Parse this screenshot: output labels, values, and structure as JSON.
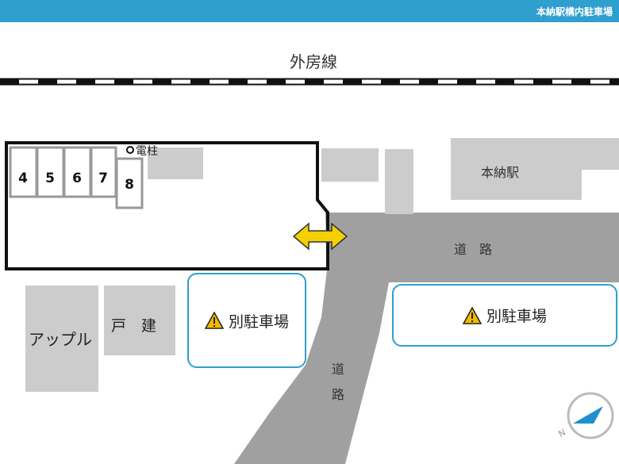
{
  "header": {
    "title": "本納駅構内駐車場"
  },
  "railway": {
    "label": "外房線"
  },
  "parking_spaces": [
    "4",
    "5",
    "6",
    "7",
    "8"
  ],
  "utility_pole": {
    "label": "電柱"
  },
  "station": {
    "label": "本納駅"
  },
  "buildings": {
    "apple": "アップル",
    "house": "戸　建"
  },
  "roads": {
    "horizontal": "道　路",
    "vertical_1": "道",
    "vertical_2": "路"
  },
  "separate_parking": [
    {
      "label": "別駐車場"
    },
    {
      "label": "別駐車場"
    }
  ],
  "colors": {
    "header": "#2f9fd0",
    "road": "#a0a0a0",
    "building": "#cccccc",
    "arrow": "#f5d000",
    "compass": "#1f8fd0"
  },
  "icons": [
    "warning-icon",
    "double-arrow-icon",
    "compass-icon",
    "pole-marker-icon"
  ]
}
